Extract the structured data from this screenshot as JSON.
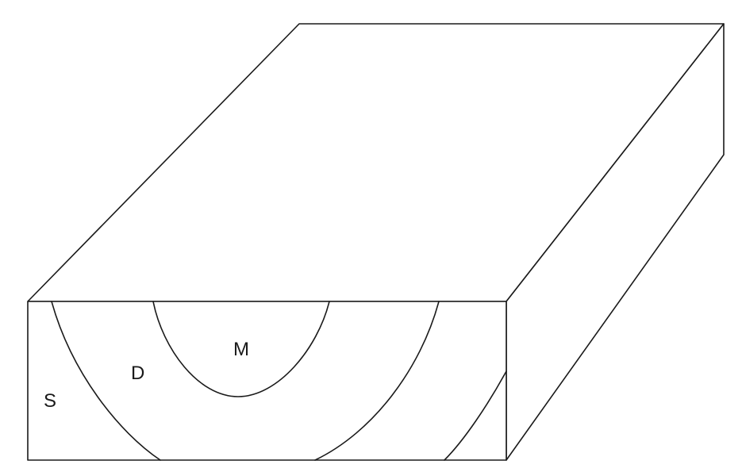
{
  "diagram": {
    "labels": {
      "s": "S",
      "d": "D",
      "m": "M"
    },
    "colors": {
      "stroke": "#1a1a1a",
      "background": "#ffffff"
    }
  }
}
